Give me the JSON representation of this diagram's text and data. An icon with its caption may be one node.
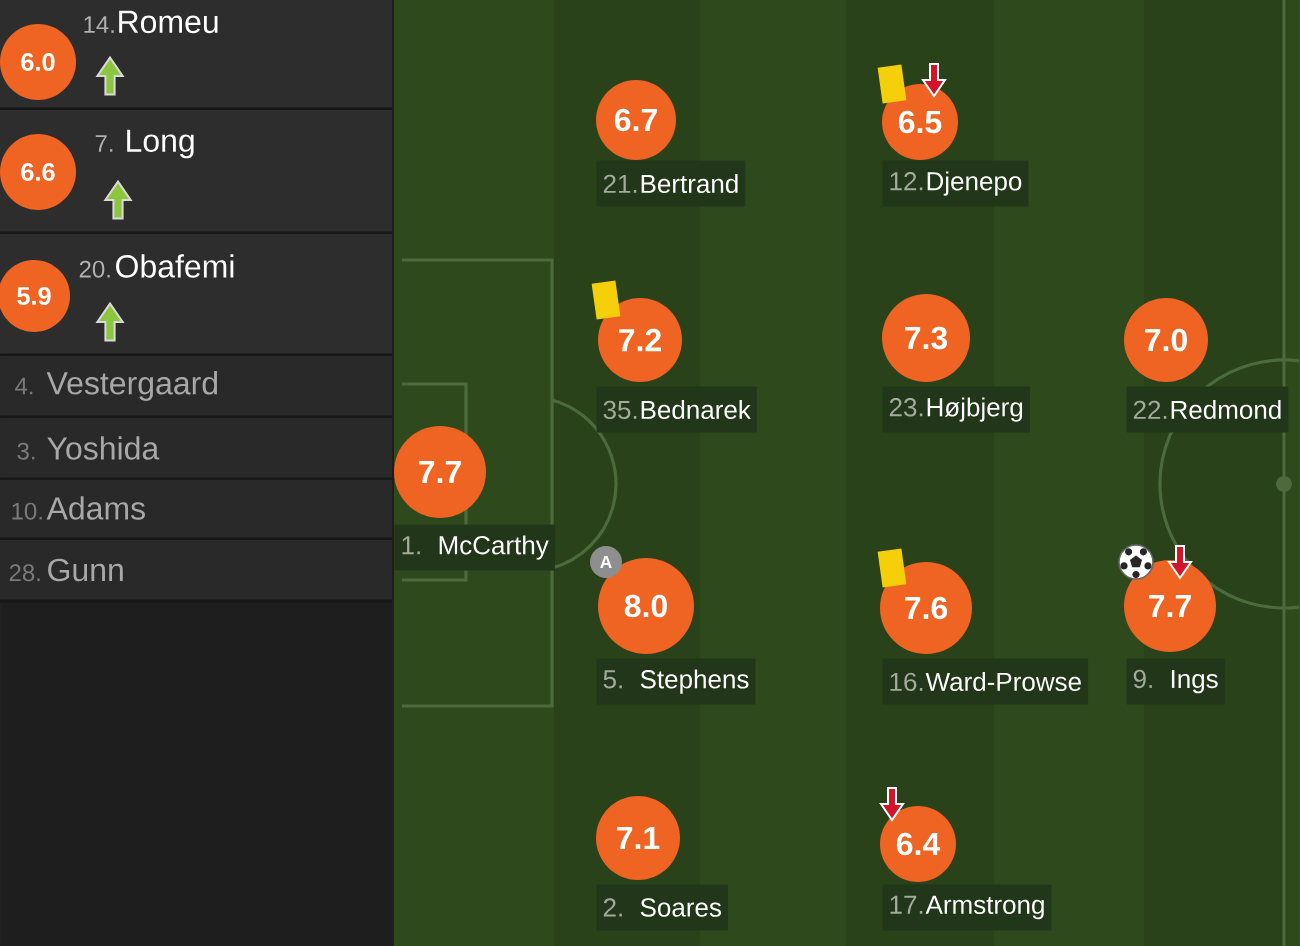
{
  "diagram": {
    "nodes": [
      {
        "text": [
          "14.",
          "Romeu"
        ]
      },
      {
        "text": [
          "6.0"
        ],
        "in": 0
      },
      {
        "text": [
          "7.",
          "Long"
        ]
      },
      {
        "text": [
          "6.6"
        ],
        "in": 2
      },
      {
        "text": [
          "20.",
          "Obafemi"
        ]
      },
      {
        "text": [
          "5.9"
        ],
        "in": 4
      },
      {
        "text": [
          "4.",
          "Vestergaard"
        ]
      },
      {
        "text": [
          "3.",
          "Yoshida"
        ]
      },
      {
        "text": [
          "10.",
          "Adams"
        ]
      },
      {
        "text": [
          "28.",
          "Gunn"
        ]
      },
      {
        "text": [
          "6.7"
        ]
      },
      {
        "text": [
          "21.",
          "Bertrand"
        ]
      },
      {
        "text": [
          "6.5"
        ]
      },
      {
        "text": [
          "12.",
          "Djenepo"
        ]
      },
      {
        "text": [
          "7.2"
        ]
      },
      {
        "text": [
          "35.",
          "Bednarek"
        ]
      },
      {
        "text": [
          "7.3"
        ]
      },
      {
        "text": [
          "23.",
          "Højbjerg"
        ]
      },
      {
        "text": [
          "7.0"
        ]
      },
      {
        "text": [
          "22.",
          "Redmond"
        ]
      },
      {
        "text": [
          "7.7"
        ]
      },
      {
        "text": [
          "1.",
          "McCarthy"
        ]
      },
      {
        "text": [
          "A"
        ]
      },
      {
        "text": [
          "8.0"
        ]
      },
      {
        "text": [
          "5.",
          "Stephens"
        ]
      },
      {
        "text": [
          "7.6"
        ]
      },
      {
        "text": [
          "16.",
          "Ward-Prowse"
        ]
      },
      {
        "text": [
          "7.7"
        ]
      },
      {
        "text": [
          "9.",
          "Ings"
        ]
      },
      {
        "text": [
          "7.1"
        ]
      },
      {
        "text": [
          "2.",
          "Soares"
        ]
      },
      {
        "text": [
          "6.4"
        ]
      },
      {
        "text": [
          "17.",
          "Armstrong"
        ]
      }
    ]
  }
}
